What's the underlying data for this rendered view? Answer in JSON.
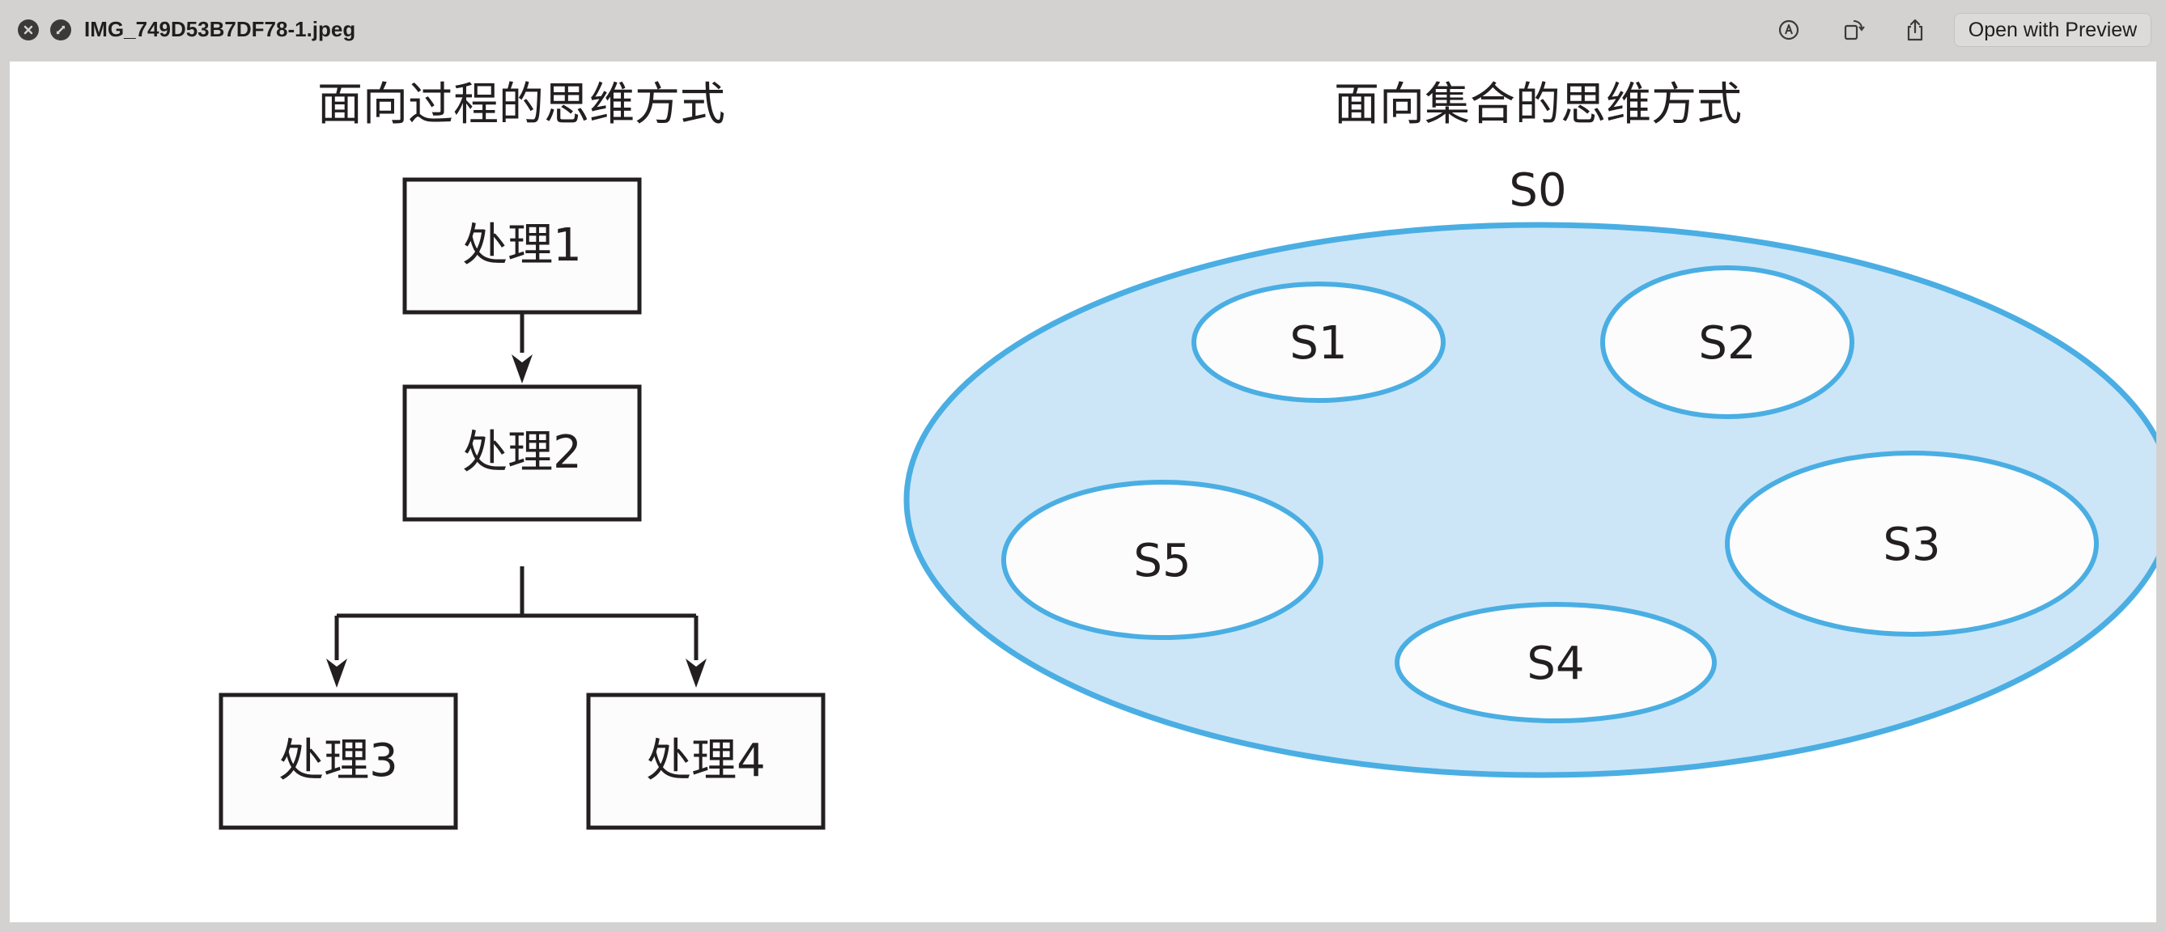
{
  "window": {
    "title": "IMG_749D53B7DF78-1.jpeg",
    "open_button_label": "Open with Preview",
    "icons": [
      "close-icon",
      "fullscreen-icon",
      "markup-icon",
      "rotate-icon",
      "share-icon"
    ]
  },
  "figure": {
    "left_title": "面向过程的思维方式",
    "right_title": "面向集合的思维方式",
    "process_boxes": [
      "处理1",
      "处理2",
      "处理3",
      "处理4"
    ],
    "set_outer_label": "S0",
    "set_labels": [
      "S1",
      "S2",
      "S3",
      "S4",
      "S5"
    ],
    "colors": {
      "set_fill": "#cce6f8",
      "set_stroke": "#4aaee3",
      "line": "#231f20",
      "box_fill": "#fcfcfc"
    }
  }
}
